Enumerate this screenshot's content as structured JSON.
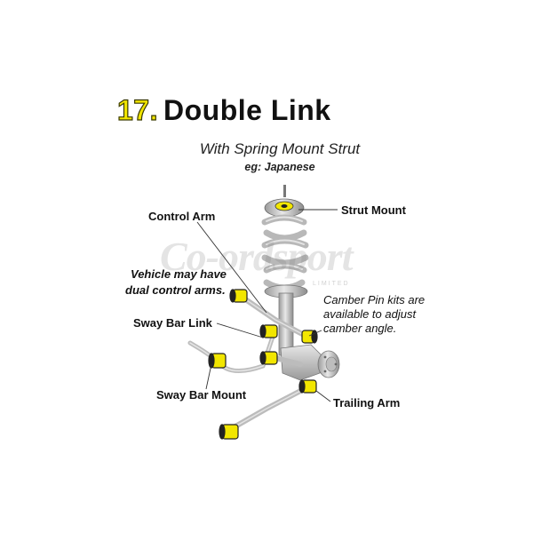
{
  "heading": {
    "number": "17.",
    "title": "Double Link"
  },
  "subtitle": "With Spring Mount Strut",
  "example": "eg: Japanese",
  "labels": {
    "strut_mount": "Strut Mount",
    "control_arm": "Control Arm",
    "vehicle_note_line1": "Vehicle may have",
    "vehicle_note_line2": "dual control arms.",
    "sway_bar_link": "Sway Bar Link",
    "sway_bar_mount": "Sway Bar Mount",
    "trailing_arm": "Trailing Arm"
  },
  "camber_note": [
    "Camber Pin kits are",
    "available to adjust",
    "camber angle."
  ],
  "watermark": {
    "text": "Co-ordsport",
    "sub": "LIMITED"
  },
  "colors": {
    "accent": "#f2e600",
    "bushing": "#f2e600",
    "metal": "#c9c9c9",
    "text": "#111111"
  }
}
